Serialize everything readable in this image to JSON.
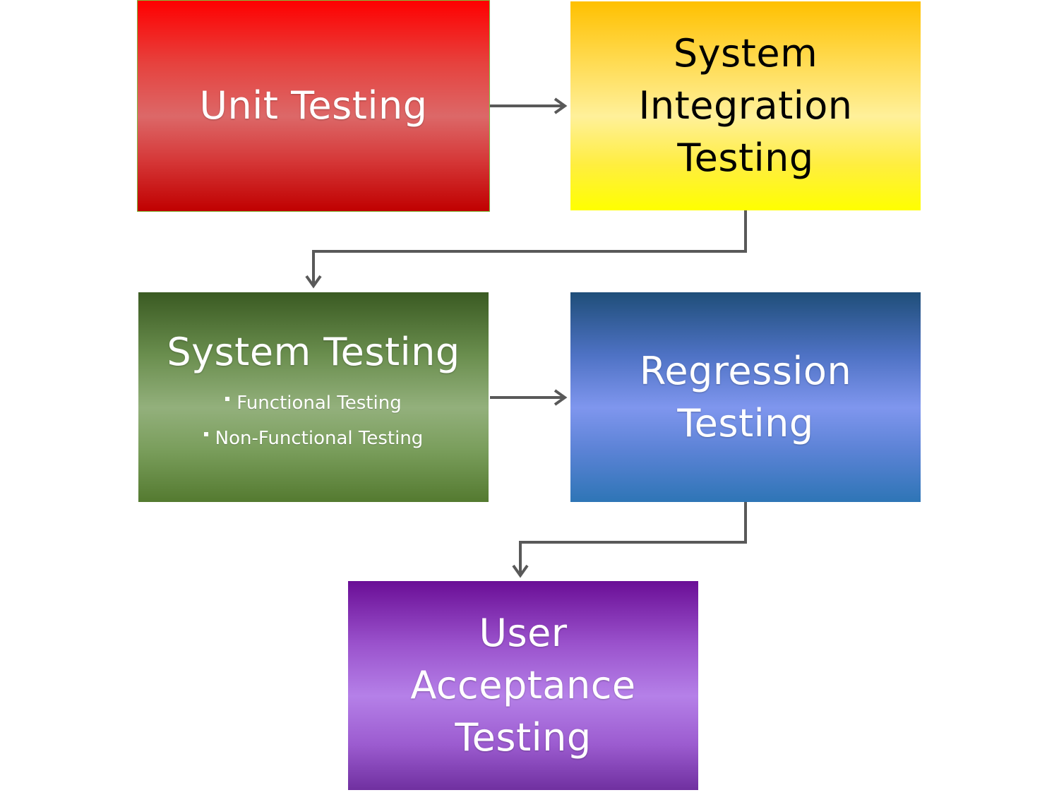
{
  "diagram": {
    "nodes": {
      "unit": {
        "lines": [
          "Unit Testing"
        ]
      },
      "sit": {
        "lines": [
          "System",
          "Integration",
          "Testing"
        ]
      },
      "system": {
        "lines": [
          "System Testing"
        ],
        "subitems": [
          "Functional Testing",
          "Non-Functional Testing"
        ]
      },
      "regression": {
        "lines": [
          "Regression",
          "Testing"
        ]
      },
      "uat": {
        "lines": [
          "User",
          "Acceptance",
          "Testing"
        ]
      }
    },
    "edges": [
      {
        "from": "unit",
        "to": "sit"
      },
      {
        "from": "sit",
        "to": "system"
      },
      {
        "from": "system",
        "to": "regression"
      },
      {
        "from": "regression",
        "to": "uat"
      }
    ],
    "colors": {
      "unit": "#e00000",
      "sit": "#ffe000",
      "system": "#6a8e4e",
      "regression": "#4e72c4",
      "uat": "#9a52cc",
      "connector": "#595959"
    }
  }
}
